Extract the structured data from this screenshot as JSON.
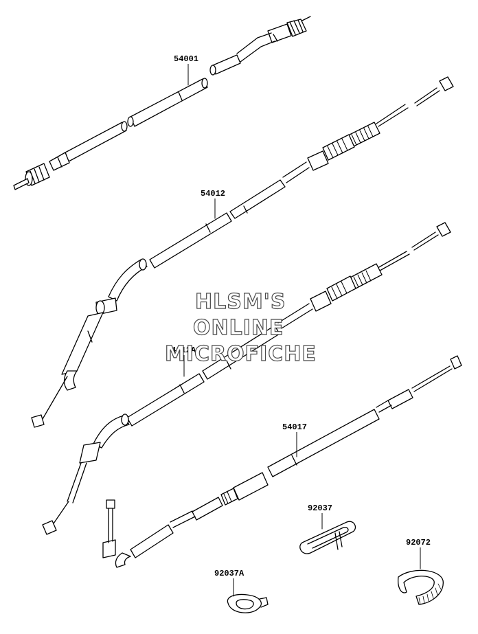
{
  "parts": {
    "p54001": "54001",
    "p54012": "54012",
    "p54012A": "54012A",
    "p54017": "54017",
    "p92037": "92037",
    "p92037A": "92037A",
    "p92072": "92072"
  },
  "watermark": {
    "line1": "HLSM'S",
    "line2": "ONLINE",
    "line3": "MICROFICHE"
  },
  "colors": {
    "line": "#000000",
    "background": "#ffffff",
    "watermark_outline": "#4a4a4a"
  }
}
